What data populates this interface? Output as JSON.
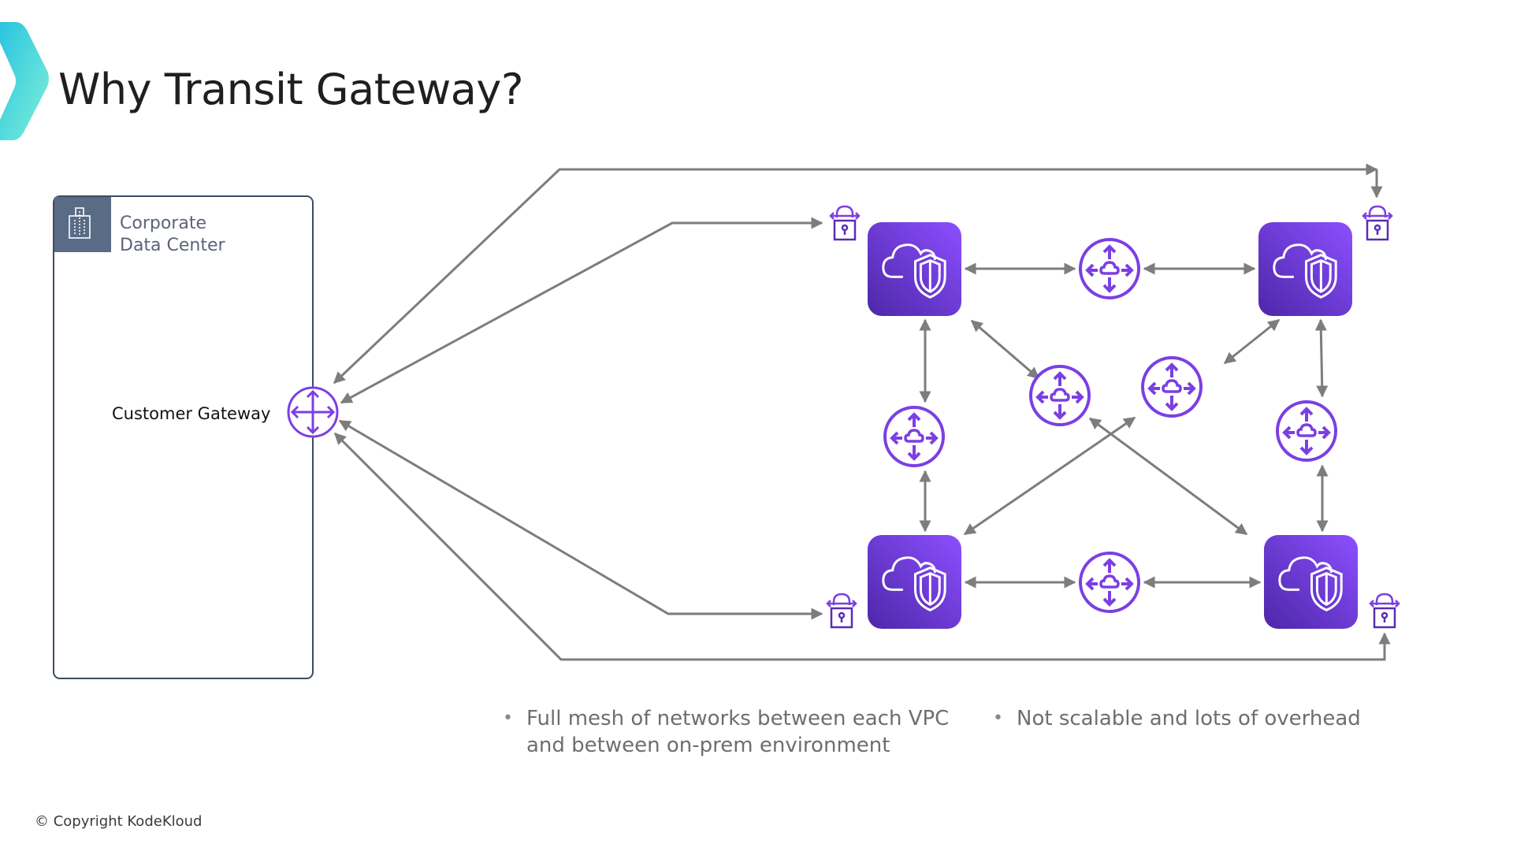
{
  "slide": {
    "title": "Why Transit Gateway?",
    "copyright": "© Copyright KodeKloud",
    "accent_colors": {
      "chevron_start": "#29c4e0",
      "chevron_end": "#7ff0d8",
      "aws_purple": "#7b3fe4",
      "vpc_dark": "#4d27a8",
      "vpc_light": "#8c4fff",
      "connector": "#7d7d7d",
      "dc_header": "#5a6b86"
    }
  },
  "datacenter": {
    "label_line1": "Corporate",
    "label_line2": "Data Center",
    "icon": "building-icon"
  },
  "customer_gateway": {
    "label": "Customer Gateway",
    "icon": "router-icon"
  },
  "nodes": [
    {
      "id": "vpc-top-left",
      "kind": "vpc",
      "icon": "vpc-cloud-shield-icon"
    },
    {
      "id": "vpc-top-right",
      "kind": "vpc",
      "icon": "vpc-cloud-shield-icon"
    },
    {
      "id": "vpc-bottom-left",
      "kind": "vpc",
      "icon": "vpc-cloud-shield-icon"
    },
    {
      "id": "vpc-bottom-right",
      "kind": "vpc",
      "icon": "vpc-cloud-shield-icon"
    },
    {
      "id": "peering-top",
      "kind": "peering",
      "icon": "vpc-peering-router-icon"
    },
    {
      "id": "peering-bottom",
      "kind": "peering",
      "icon": "vpc-peering-router-icon"
    },
    {
      "id": "peering-left",
      "kind": "peering",
      "icon": "vpc-peering-router-icon"
    },
    {
      "id": "peering-right",
      "kind": "peering",
      "icon": "vpc-peering-router-icon"
    },
    {
      "id": "peering-center-left",
      "kind": "peering",
      "icon": "vpc-peering-router-icon"
    },
    {
      "id": "peering-center-right",
      "kind": "peering",
      "icon": "vpc-peering-router-icon"
    },
    {
      "id": "vpn-top-left",
      "kind": "vpn",
      "icon": "vpn-gateway-icon"
    },
    {
      "id": "vpn-top-right",
      "kind": "vpn",
      "icon": "vpn-gateway-icon"
    },
    {
      "id": "vpn-bottom-left",
      "kind": "vpn",
      "icon": "vpn-gateway-icon"
    },
    {
      "id": "vpn-bottom-right",
      "kind": "vpn",
      "icon": "vpn-gateway-icon"
    }
  ],
  "edges": [
    {
      "from": "customer-gateway",
      "to": "vpn-top-right",
      "style": "one-way-both-ends-arrow"
    },
    {
      "from": "customer-gateway",
      "to": "vpn-top-left",
      "style": "bidirectional"
    },
    {
      "from": "customer-gateway",
      "to": "vpn-bottom-left",
      "style": "bidirectional"
    },
    {
      "from": "customer-gateway",
      "to": "vpn-bottom-right",
      "style": "bidirectional"
    },
    {
      "from": "vpc-top-left",
      "to": "peering-top",
      "style": "bidirectional"
    },
    {
      "from": "peering-top",
      "to": "vpc-top-right",
      "style": "bidirectional"
    },
    {
      "from": "vpc-bottom-left",
      "to": "peering-bottom",
      "style": "bidirectional"
    },
    {
      "from": "peering-bottom",
      "to": "vpc-bottom-right",
      "style": "bidirectional"
    },
    {
      "from": "vpc-top-left",
      "to": "peering-left",
      "style": "bidirectional"
    },
    {
      "from": "peering-left",
      "to": "vpc-bottom-left",
      "style": "bidirectional"
    },
    {
      "from": "vpc-top-right",
      "to": "peering-right",
      "style": "bidirectional"
    },
    {
      "from": "peering-right",
      "to": "vpc-bottom-right",
      "style": "bidirectional"
    },
    {
      "from": "vpc-top-left",
      "to": "peering-center-left",
      "style": "bidirectional"
    },
    {
      "from": "peering-center-left",
      "to": "vpc-bottom-right",
      "style": "bidirectional"
    },
    {
      "from": "vpc-top-right",
      "to": "peering-center-right",
      "style": "bidirectional"
    },
    {
      "from": "peering-center-right",
      "to": "vpc-bottom-left",
      "style": "bidirectional"
    }
  ],
  "bullets": [
    "Full mesh of networks between each VPC and between on-prem environment",
    "Not scalable and lots of overhead"
  ]
}
